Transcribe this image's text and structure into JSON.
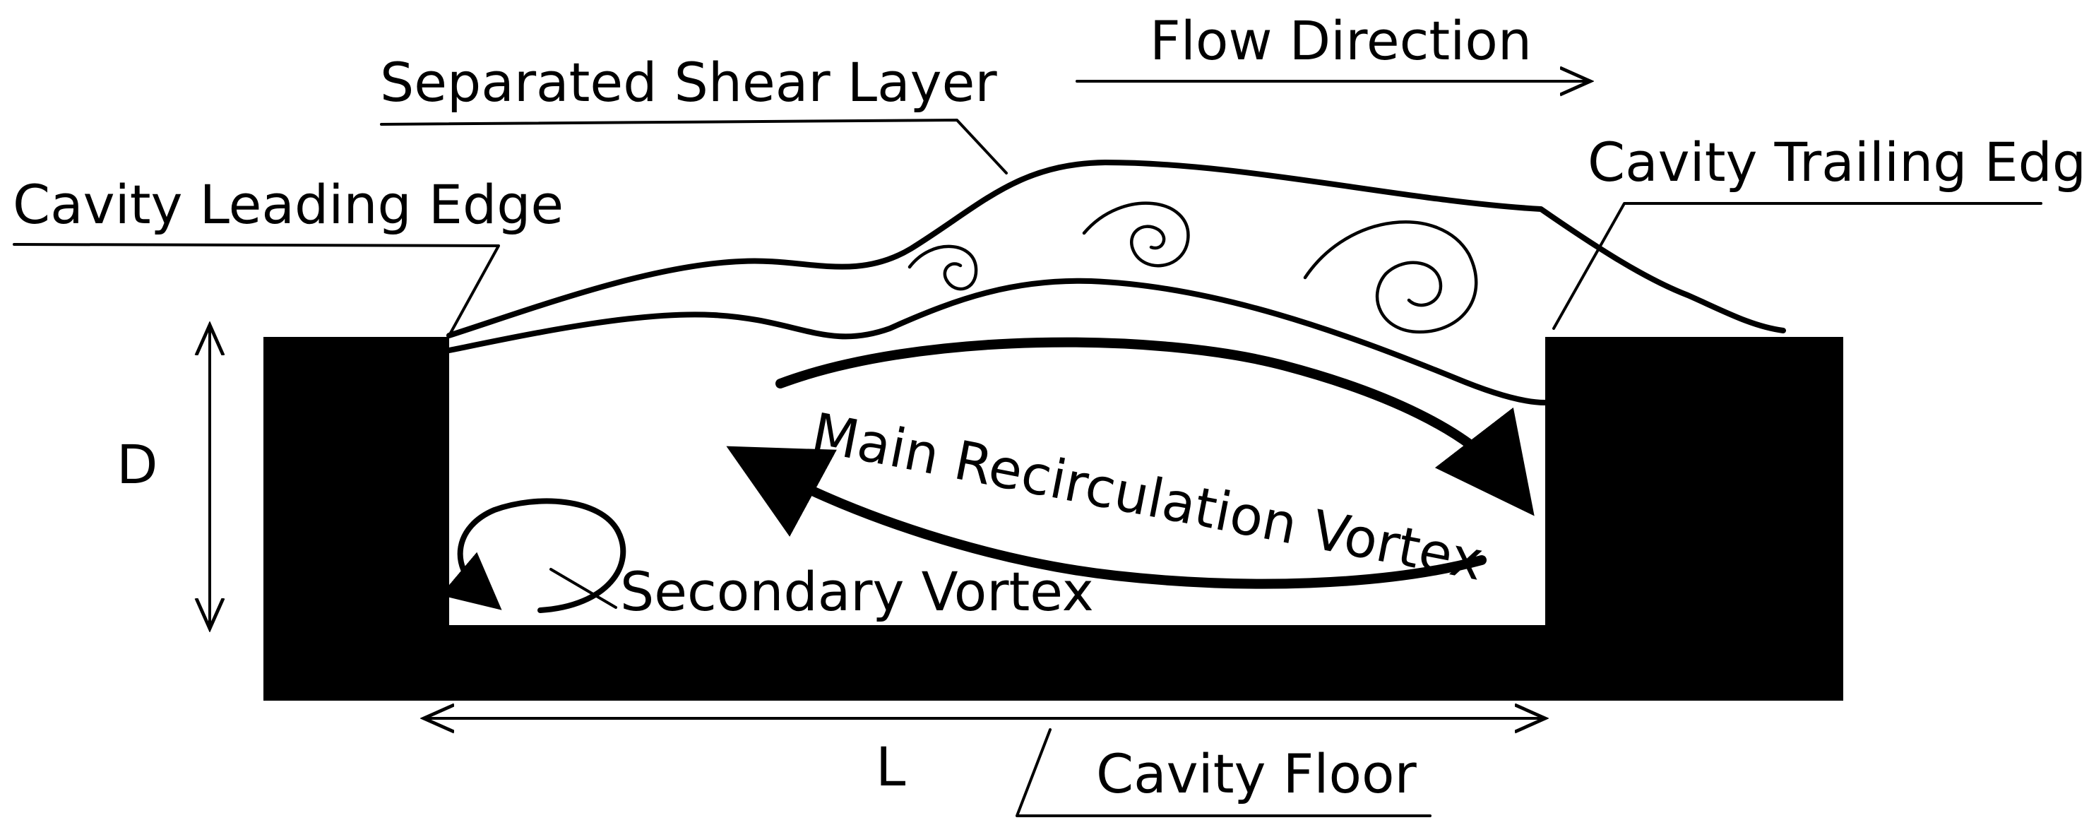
{
  "labels": {
    "flow_direction": "Flow Direction",
    "separated_shear_layer": "Separated Shear Layer",
    "cavity_leading_edge": "Cavity Leading Edge",
    "cavity_trailing_edge": "Cavity Trailing Edge",
    "main_recirculation_vortex": "Main Recirculation Vortex",
    "secondary_vortex": "Secondary Vortex",
    "depth": "D",
    "length": "L",
    "cavity_floor": "Cavity Floor"
  },
  "colors": {
    "ink": "#000000",
    "background": "#ffffff"
  }
}
